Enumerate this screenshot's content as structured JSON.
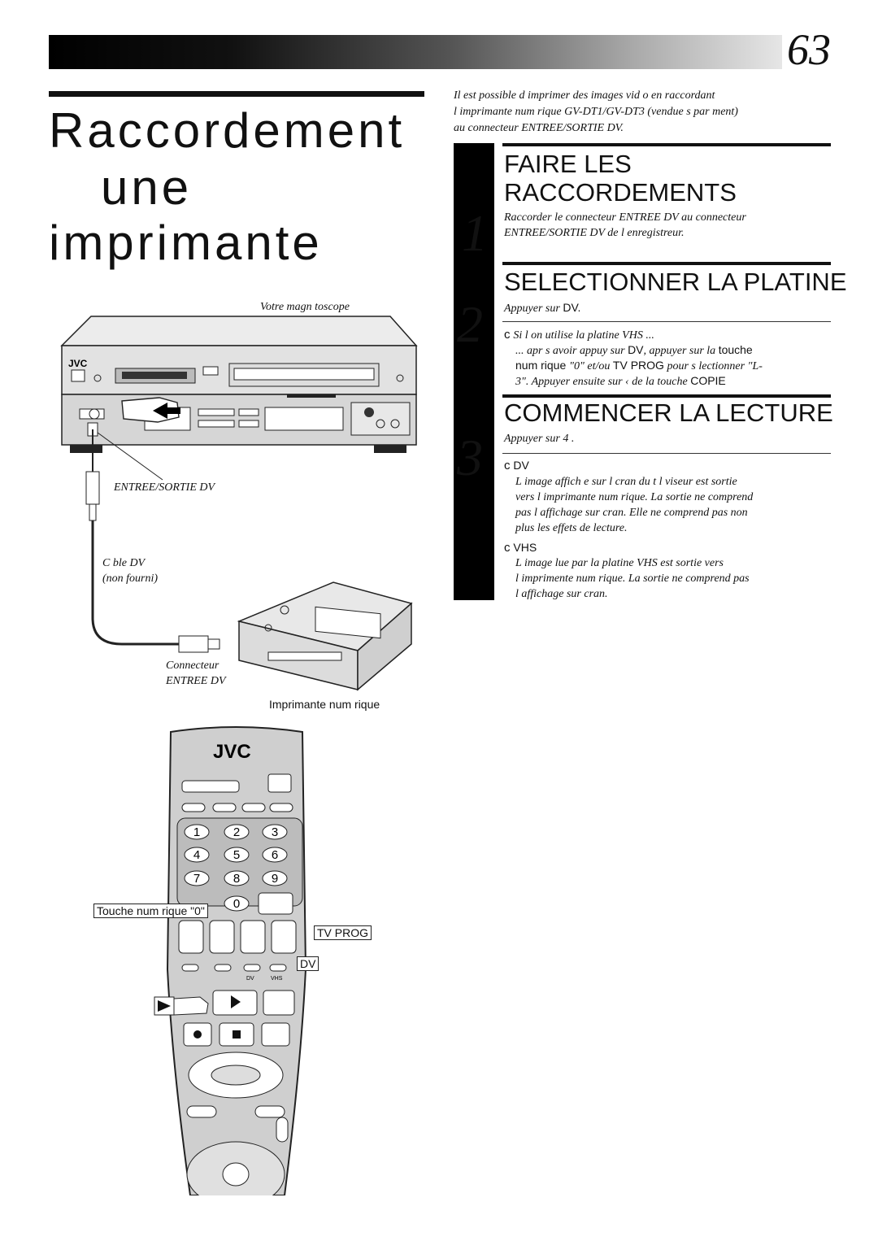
{
  "page_number": "63",
  "title": {
    "line1": "Raccordement",
    "line2": "une",
    "line3": "imprimante"
  },
  "intro": {
    "line1": "Il est possible d imprimer des images vid o en raccordant",
    "line2": "l imprimante num rique GV-DT1/GV-DT3 (vendue s par ment)",
    "line3": "au connecteur ENTREE/SORTIE DV."
  },
  "steps": [
    {
      "number": "1",
      "heading1": "FAIRE LES",
      "heading2": "RACCORDEMENTS",
      "text1": "Raccorder le connecteur ENTREE DV au connecteur",
      "text2": "ENTREE/SORTIE DV de l enregistreur."
    },
    {
      "number": "2",
      "heading": "SELECTIONNER LA PLATINE",
      "instr_prefix": "Appuyer sur ",
      "instr_key": "DV.",
      "bullet": "c",
      "note_title": "Si l on utilise la platine VHS ...",
      "note_l1a": "... apr s avoir appuy  sur ",
      "note_l1b": "DV",
      "note_l1c": ", appuyer sur la ",
      "note_l1d": "touche",
      "note_l2a": "num rique ",
      "note_l2b": "\"0\" et/ou ",
      "note_l2c": "TV PROG",
      "note_l2d": " pour s lectionner \"L-",
      "note_l3a": "3\". Appuyer ensuite sur ‹    de la touche ",
      "note_l3b": "COPIE"
    },
    {
      "number": "3",
      "heading": "COMMENCER LA LECTURE",
      "instr": "Appuyer sur 4   .",
      "dv_bullet": "c",
      "dv_label": "DV",
      "dv_l1": "L image affich e sur l  cran du t l viseur est sortie",
      "dv_l2": "vers l imprimante num rique. La sortie ne comprend",
      "dv_l3": "pas l affichage sur  cran. Elle ne comprend pas non",
      "dv_l4": "plus les effets de lecture.",
      "vhs_bullet": "c",
      "vhs_label": "VHS",
      "vhs_l1": "L image lue par la platine VHS est sortie vers",
      "vhs_l2": "l imprimente num rique. La sortie ne comprend pas",
      "vhs_l3": "l affichage sur  cran."
    }
  ],
  "figure": {
    "recorder_label": "Votre magn toscope",
    "brand": "JVC",
    "port_label": "ENTREE/SORTIE DV",
    "cable_l1": "C ble DV",
    "cable_l2": "(non fourni)",
    "connector_l1": "Connecteur",
    "connector_l2": "ENTREE DV",
    "printer_label": "Imprimante num rique"
  },
  "remote": {
    "brand": "JVC",
    "callout_zero": "Touche num rique \"0\"",
    "callout_tvprog": "TV PROG",
    "callout_dv": "DV",
    "keys": [
      "1",
      "2",
      "3",
      "4",
      "5",
      "6",
      "7",
      "8",
      "9",
      "0"
    ],
    "small_dv": "DV",
    "small_vhs": "VHS"
  }
}
